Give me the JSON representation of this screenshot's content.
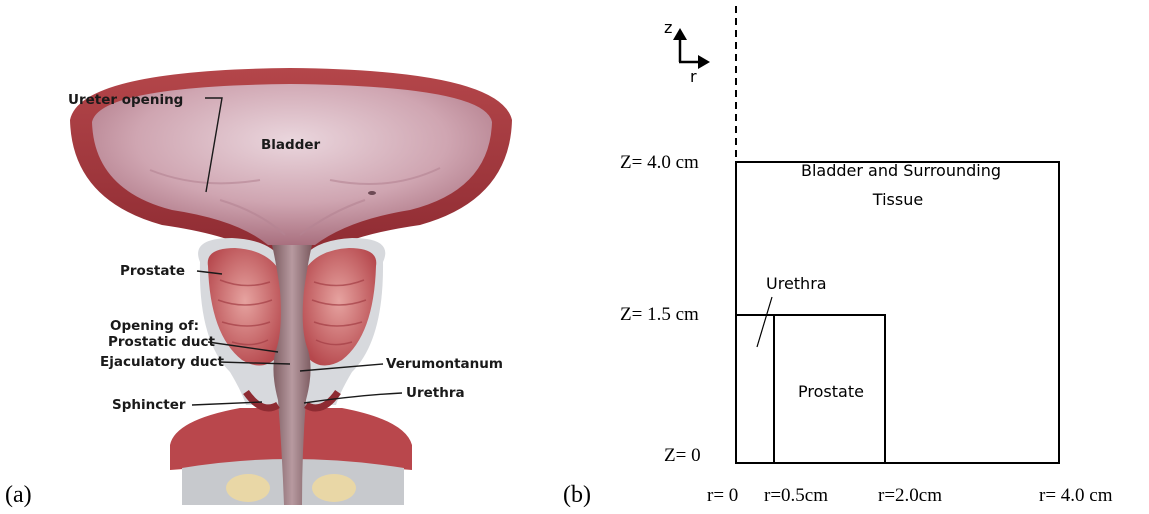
{
  "panel_a": {
    "letter": "(a)",
    "labels": {
      "ureter_opening": "Ureter opening",
      "bladder": "Bladder",
      "prostate": "Prostate",
      "opening_of": "Opening of:",
      "prostatic_duct": "Prostatic duct",
      "ejaculatory_duct": "Ejaculatory duct",
      "verumontanum": "Verumontanum",
      "sphincter": "Sphincter",
      "urethra": "Urethra"
    }
  },
  "panel_b": {
    "letter": "(b)",
    "axes": {
      "z": "z",
      "r": "r"
    },
    "z_ticks": [
      "Z= 4.0 cm",
      "Z= 1.5 cm",
      "Z= 0"
    ],
    "r_ticks": [
      "r= 0",
      "r=0.5cm",
      "r=2.0cm",
      "r= 4.0 cm"
    ],
    "regions": {
      "bladder_line1": "Bladder and Surrounding",
      "bladder_line2": "Tissue",
      "urethra": "Urethra",
      "prostate": "Prostate"
    }
  },
  "colors": {
    "tissue_dark": "#a8383d",
    "tissue_mid": "#cf7b7d",
    "bladder_inner": "#c99aa8",
    "bladder_light": "#e7cfd6",
    "capsule": "#d7d9dd",
    "bone": "#e9d7a6"
  }
}
